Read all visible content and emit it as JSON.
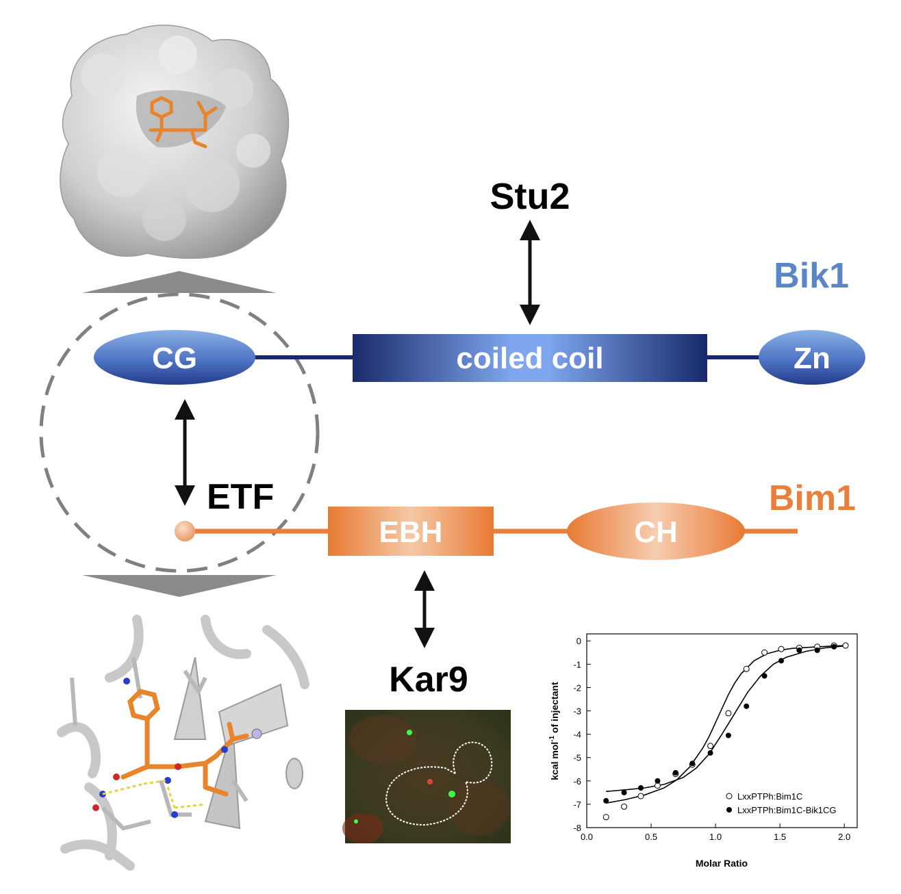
{
  "labels": {
    "stu2": "Stu2",
    "bik1": "Bik1",
    "cg": "CG",
    "coiled_coil": "coiled coil",
    "zn": "Zn",
    "etf": "ETF",
    "bim1": "Bim1",
    "ebh": "EBH",
    "ch": "CH",
    "kar9": "Kar9"
  },
  "colors": {
    "bik1_blue": "#5a86c8",
    "bik1_dark": "#17296b",
    "bim1_orange": "#e8803c",
    "arrow": "#111111",
    "guide_gray": "#808080",
    "surface_gray": "#cfcfcf",
    "ligand_orange": "#e8842c"
  },
  "chart_data": {
    "type": "scatter",
    "xlabel": "Molar Ratio",
    "ylabel_main": "kcal mol",
    "ylabel_sup": "-1",
    "ylabel_rest": " of injectant",
    "xlim": [
      0.0,
      2.1
    ],
    "ylim": [
      -8,
      0.3
    ],
    "x_ticks": [
      "0.0",
      "0.5",
      "1.0",
      "1.5",
      "2.0"
    ],
    "x_tick_values": [
      0.0,
      0.5,
      1.0,
      1.5,
      2.0
    ],
    "y_ticks": [
      "0",
      "-1",
      "-2",
      "-3",
      "-4",
      "-5",
      "-6",
      "-7",
      "-8"
    ],
    "y_tick_values": [
      0,
      -1,
      -2,
      -3,
      -4,
      -5,
      -6,
      -7,
      -8
    ],
    "legend_position": "bottom-right",
    "series": [
      {
        "name": "LxxPTPh:Bim1C",
        "marker": "open-circle",
        "x": [
          0.15,
          0.29,
          0.42,
          0.55,
          0.69,
          0.82,
          0.96,
          1.1,
          1.24,
          1.38,
          1.51,
          1.65,
          1.79,
          1.92,
          2.01
        ],
        "y": [
          -7.55,
          -7.1,
          -6.65,
          -6.2,
          -5.7,
          -5.3,
          -4.5,
          -3.1,
          -1.2,
          -0.5,
          -0.35,
          -0.3,
          -0.25,
          -0.2,
          -0.2
        ],
        "fit_x": [
          0.15,
          0.3,
          0.45,
          0.6,
          0.7,
          0.8,
          0.9,
          0.95,
          1.0,
          1.05,
          1.1,
          1.15,
          1.2,
          1.3,
          1.4,
          1.5,
          1.6,
          1.8,
          2.0
        ],
        "fit_y": [
          -6.95,
          -6.8,
          -6.6,
          -6.3,
          -5.95,
          -5.4,
          -4.6,
          -4.1,
          -3.5,
          -2.9,
          -2.3,
          -1.8,
          -1.4,
          -0.85,
          -0.55,
          -0.4,
          -0.32,
          -0.25,
          -0.2
        ]
      },
      {
        "name": "LxxPTPh:Bim1C-Bik1CG",
        "marker": "filled-circle",
        "x": [
          0.15,
          0.29,
          0.42,
          0.55,
          0.69,
          0.82,
          0.96,
          1.1,
          1.24,
          1.38,
          1.51,
          1.65,
          1.79,
          1.92
        ],
        "y": [
          -6.85,
          -6.5,
          -6.3,
          -6.0,
          -5.65,
          -5.25,
          -4.8,
          -4.05,
          -2.8,
          -1.5,
          -0.85,
          -0.4,
          -0.4,
          -0.25
        ],
        "fit_x": [
          0.15,
          0.3,
          0.45,
          0.6,
          0.75,
          0.85,
          0.95,
          1.05,
          1.15,
          1.25,
          1.35,
          1.45,
          1.55,
          1.7,
          1.85,
          2.0
        ],
        "fit_y": [
          -6.45,
          -6.38,
          -6.3,
          -6.15,
          -5.85,
          -5.45,
          -4.85,
          -4.0,
          -3.1,
          -2.2,
          -1.5,
          -1.0,
          -0.7,
          -0.45,
          -0.3,
          -0.22
        ]
      }
    ]
  }
}
